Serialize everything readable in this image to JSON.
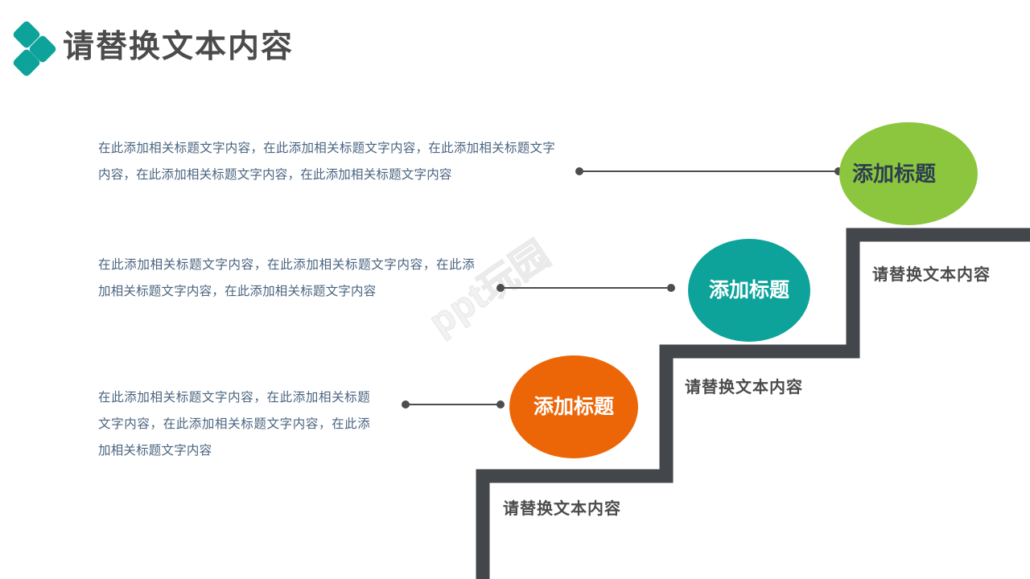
{
  "header": {
    "title": "请替换文本内容",
    "logo_icon": "diamond-cluster-icon",
    "accent_color": "#0da39b"
  },
  "watermark": {
    "text": "ppt玩园"
  },
  "paragraphs": [
    {
      "id": "para-1",
      "text": "在此添加相关标题文字内容，在此添加相关标题文字内容，在此添加相关标题文字内容，在此添加相关标题文字内容，在此添加相关标题文字内容"
    },
    {
      "id": "para-2",
      "text": "在此添加相关标题文字内容，在此添加相关标题文字内容，在此添加相关标题文字内容，在此添加相关标题文字内容"
    },
    {
      "id": "para-3",
      "text": "在此添加相关标题文字内容，在此添加相关标题文字内容，在此添加相关标题文字内容，在此添加相关标题文字内容"
    }
  ],
  "bubbles": [
    {
      "id": "green",
      "label": "添加标题",
      "fill": "#8cc63e",
      "text_color": "#2c3e50"
    },
    {
      "id": "teal",
      "label": "添加标题",
      "fill": "#0da39b",
      "text_color": "#ffffff"
    },
    {
      "id": "orange",
      "label": "添加标题",
      "fill": "#ec6608",
      "text_color": "#ffffff"
    }
  ],
  "steps": [
    {
      "id": "top",
      "label": "请替换文本内容"
    },
    {
      "id": "middle",
      "label": "请替换文本内容"
    },
    {
      "id": "bottom",
      "label": "请替换文本内容"
    }
  ],
  "colors": {
    "stair_stroke": "#43464a",
    "connector": "#4d4d4d",
    "body_text": "#4a6480",
    "heading_text": "#4b4b4b",
    "background": "#ffffff"
  }
}
